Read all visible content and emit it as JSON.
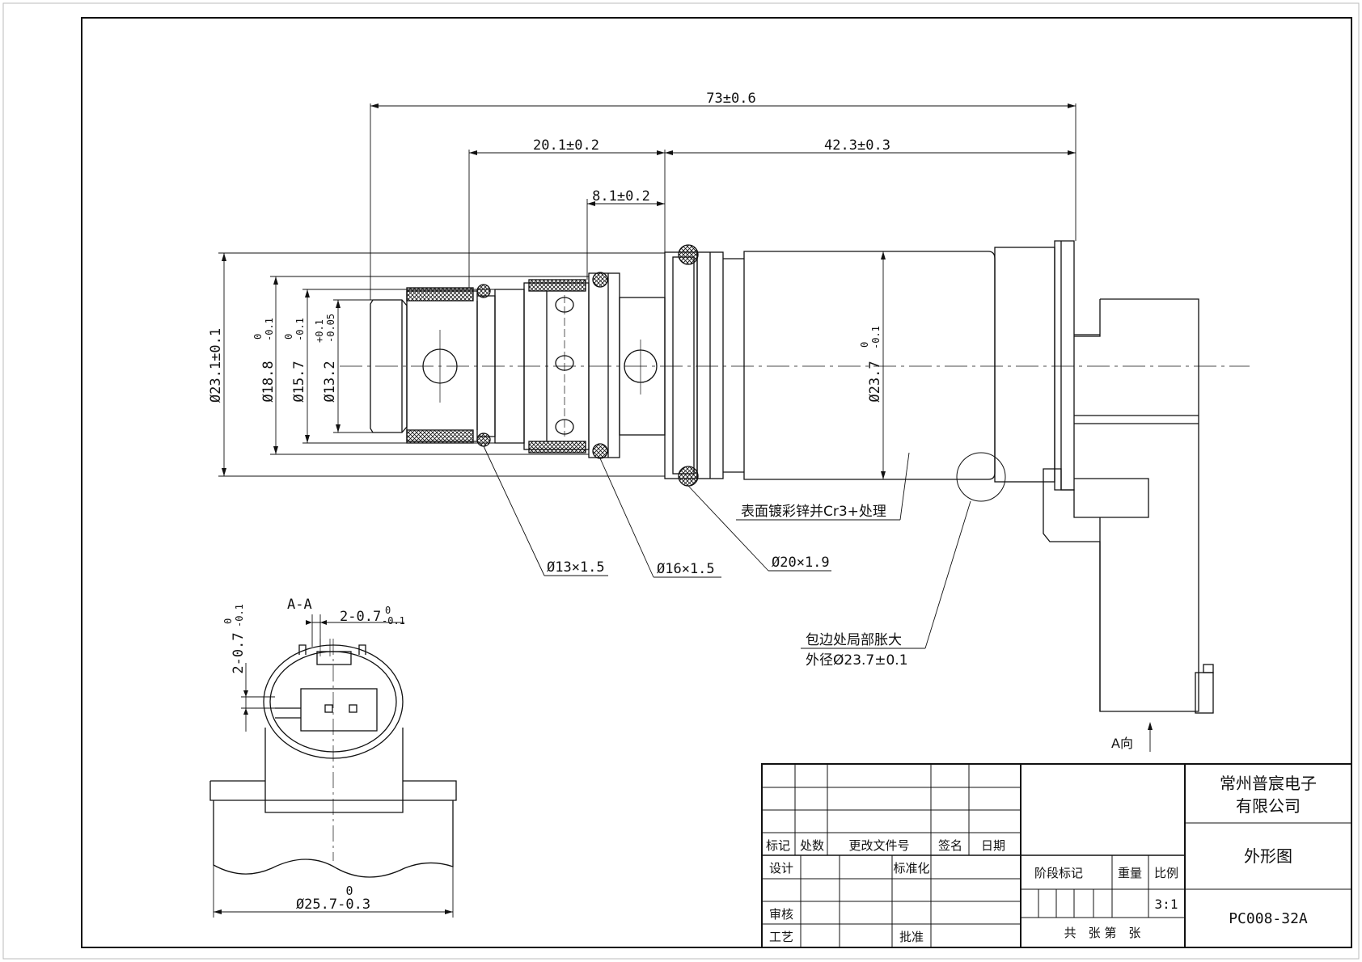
{
  "dimensions": {
    "overall_length": "73±0.6",
    "front_length": "20.1±0.2",
    "body_length": "42.3±0.3",
    "groove_length": "8.1±0.2",
    "dia_flange": "Ø23.1±0.1",
    "dia_18": "Ø18.8",
    "dia_15": "Ø15.7",
    "dia_13": "Ø13.2",
    "dia_body": "Ø23.7",
    "tol_zero": "0",
    "tol_m01": "-0.1",
    "tol_p01": "+0.1",
    "tol_m005": "-0.05"
  },
  "callouts": {
    "oring_1": "Ø13×1.5",
    "oring_2": "Ø16×1.5",
    "oring_3": "Ø20×1.9",
    "surface_note": "表面镀彩锌并Cr3+处理",
    "crimp_note_1": "包边处局部胀大",
    "crimp_note_2": "外径Ø23.7±0.1",
    "view_a": "A向"
  },
  "section_view": {
    "title": "A-A",
    "pin_width": "2-0.7",
    "pin_height": "2-0.7",
    "tol_zero": "0",
    "tol_m01": "-0.1",
    "width": "Ø25.7-0.3",
    "width_tol_zero": "0"
  },
  "title_block": {
    "company_line1": "常州普宸电子",
    "company_line2": "有限公司",
    "drawing_name": "外形图",
    "drawing_number": "PC008-32A",
    "scale_value": "3:1",
    "headers": {
      "mark": "标记",
      "count": "处数",
      "change_doc": "更改文件号",
      "sign": "签名",
      "date": "日期",
      "design": "设计",
      "standardize": "标准化",
      "review": "审核",
      "process": "工艺",
      "approve": "批准",
      "stage_mark": "阶段标记",
      "weight": "重量",
      "scale": "比例",
      "sheets": "共　张 第　张"
    }
  }
}
